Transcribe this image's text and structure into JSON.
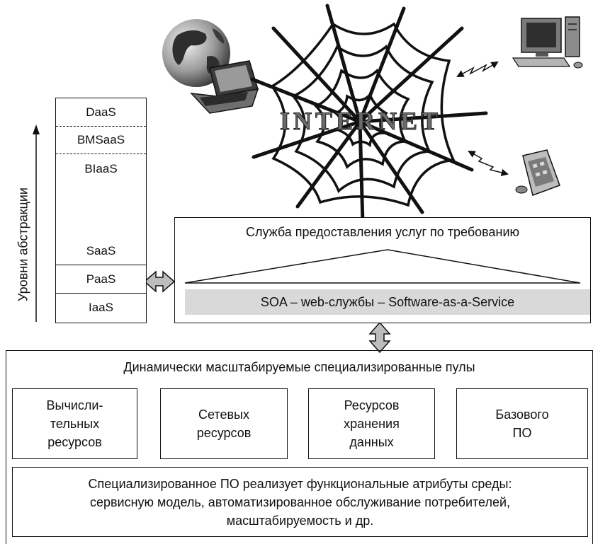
{
  "axis_label": "Уровни абстракции",
  "stack": {
    "levels": [
      "DaaS",
      "BMSaaS",
      "BIaaS",
      "SaaS",
      "PaaS",
      "IaaS"
    ]
  },
  "service": {
    "title": "Служба предоставления услуг по требованию",
    "soa_bar": "SOA – web-службы – Software-as-a-Service"
  },
  "internet": {
    "label": "INTERNET"
  },
  "pools": {
    "title": "Динамически масштабируемые специализированные пулы",
    "items": [
      "Вычисли-\nтельных\nресурсов",
      "Сетевых\nресурсов",
      "Ресурсов\nхранения\nданных",
      "Базового\nПО"
    ],
    "note": "Специализированное ПО реализует функциональные атрибуты среды:\nсервисную модель, автоматизированное обслуживание потребителей,\nмасштабируемость и др."
  },
  "icons": [
    "globe-icon",
    "laptop-icon",
    "desktop-computer-icon",
    "pda-icon",
    "spider-web-icon",
    "double-arrow-icon",
    "lightning-arrow-icon",
    "upward-arrows-icon"
  ]
}
